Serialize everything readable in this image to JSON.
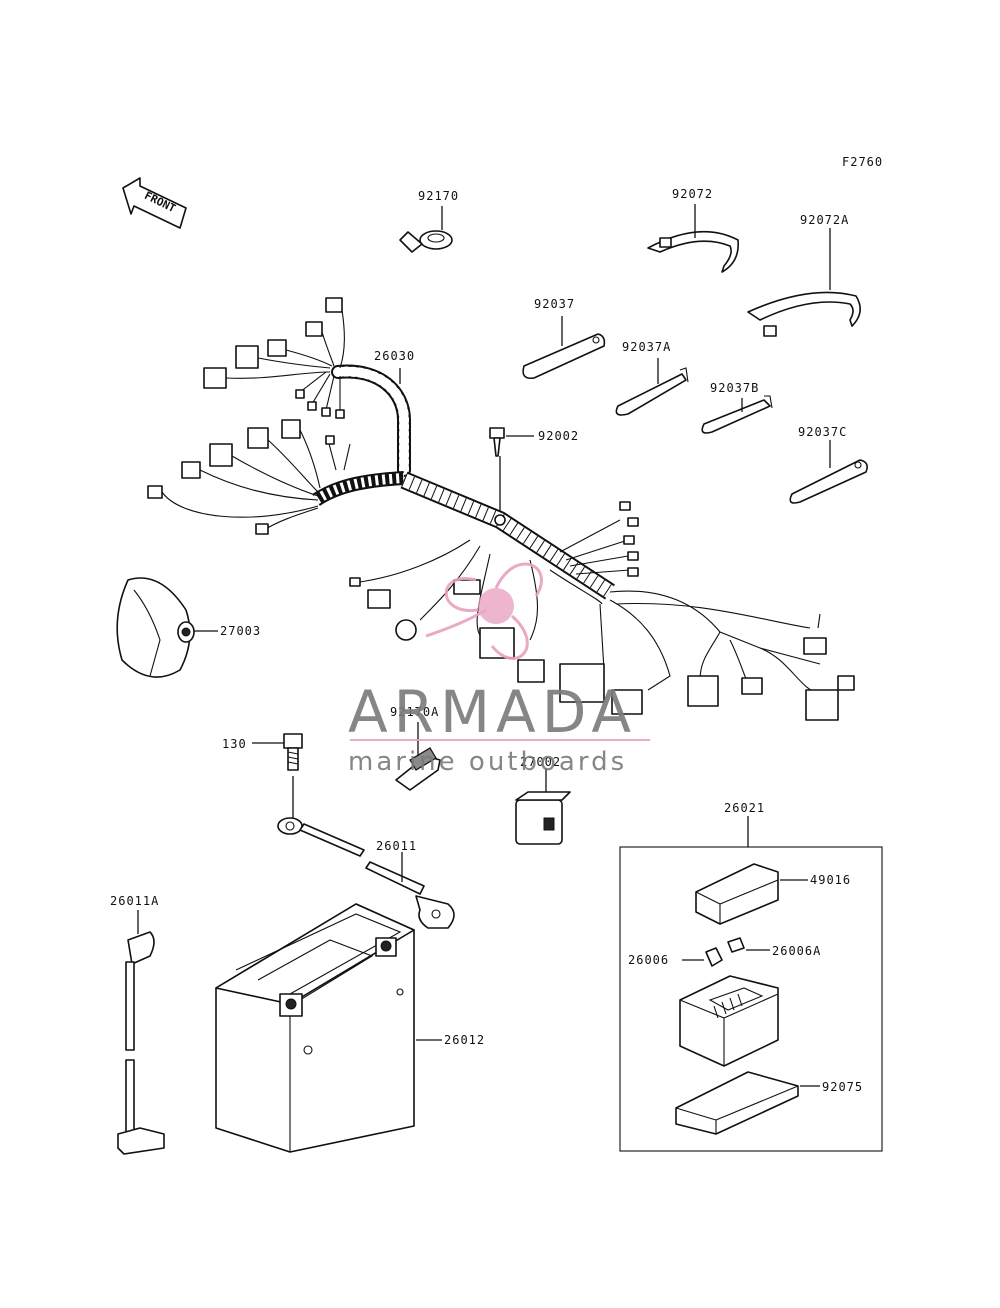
{
  "figure_code": "F2760",
  "front_label": "FRONT",
  "parts": {
    "p92170": "92170",
    "p92072": "92072",
    "p92072A": "92072A",
    "p92037": "92037",
    "p92037A": "92037A",
    "p92037B": "92037B",
    "p92037C": "92037C",
    "p26030": "26030",
    "p92002": "92002",
    "p27003": "27003",
    "p92170A": "92170A",
    "p130": "130",
    "p27002": "27002",
    "p26011": "26011",
    "p26011A": "26011A",
    "p26012": "26012",
    "p26021": "26021",
    "p49016": "49016",
    "p26006": "26006",
    "p26006A": "26006A",
    "p92075": "92075"
  },
  "watermark": {
    "brand": "ARMADA",
    "tagline": "marine outboards",
    "accent_color": "#e8a0bf"
  }
}
